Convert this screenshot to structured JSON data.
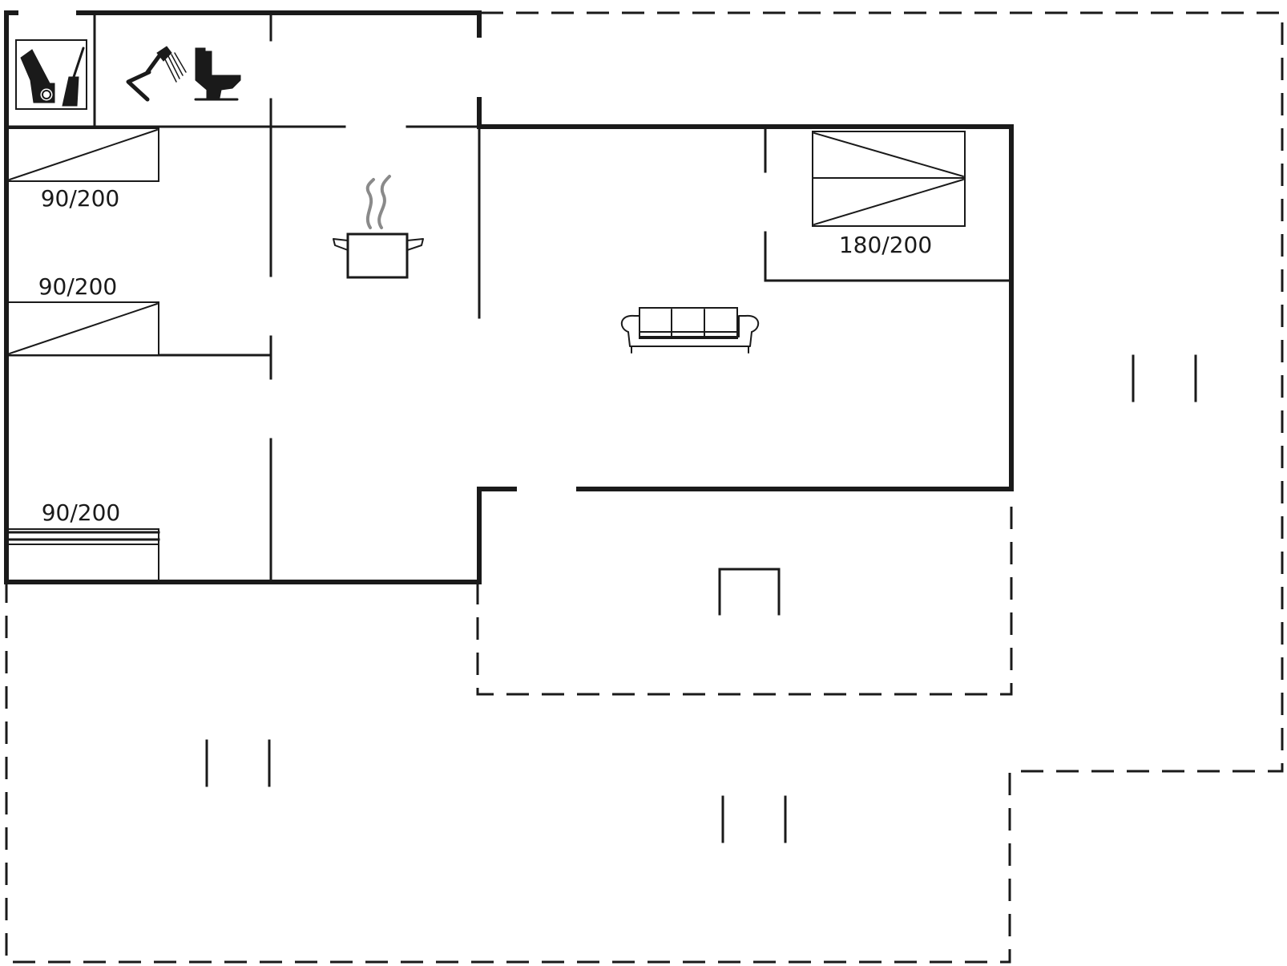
{
  "beds": {
    "bed_1": "90/200",
    "bed_2": "90/200",
    "bed_3": "90/200",
    "bed_4": "180/200"
  },
  "icons": {
    "utility": "washing-machine-and-broom-icon",
    "shower": "shower-icon",
    "toilet": "toilet-icon",
    "kitchen": "cooking-pot-icon",
    "living": "sofa-icon"
  },
  "colors": {
    "wall": "#1a1a1a",
    "background": "#ffffff",
    "steam": "#8a8a8a"
  }
}
